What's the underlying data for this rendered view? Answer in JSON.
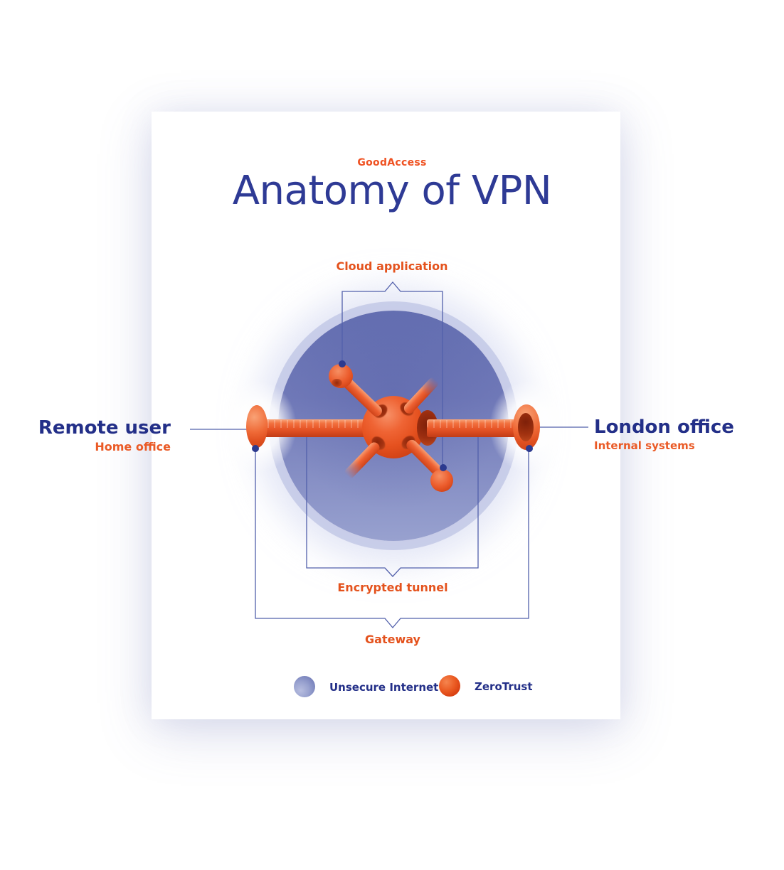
{
  "brand": "GoodAccess",
  "title": "Anatomy of VPN",
  "diagram": {
    "labels": {
      "cloud_application": "Cloud application",
      "remote_user": "Remote user",
      "remote_user_sub": "Home office",
      "london_office": "London office",
      "london_office_sub": "Internal systems",
      "encrypted_tunnel": "Encrypted tunnel",
      "gateway": "Gateway"
    }
  },
  "legend": {
    "items": [
      {
        "label": "Unsecure Internet",
        "color": "#7b84bf"
      },
      {
        "label": "ZeroTrust",
        "color": "#e04f1d"
      }
    ]
  },
  "colors": {
    "navy_text": "#232f88",
    "title_indigo": "#2e3a95",
    "orange_accent": "#e8521f",
    "callout_line": "#5260ab",
    "internet_blue": "#7b84bf",
    "card_background": "#ffffff"
  }
}
